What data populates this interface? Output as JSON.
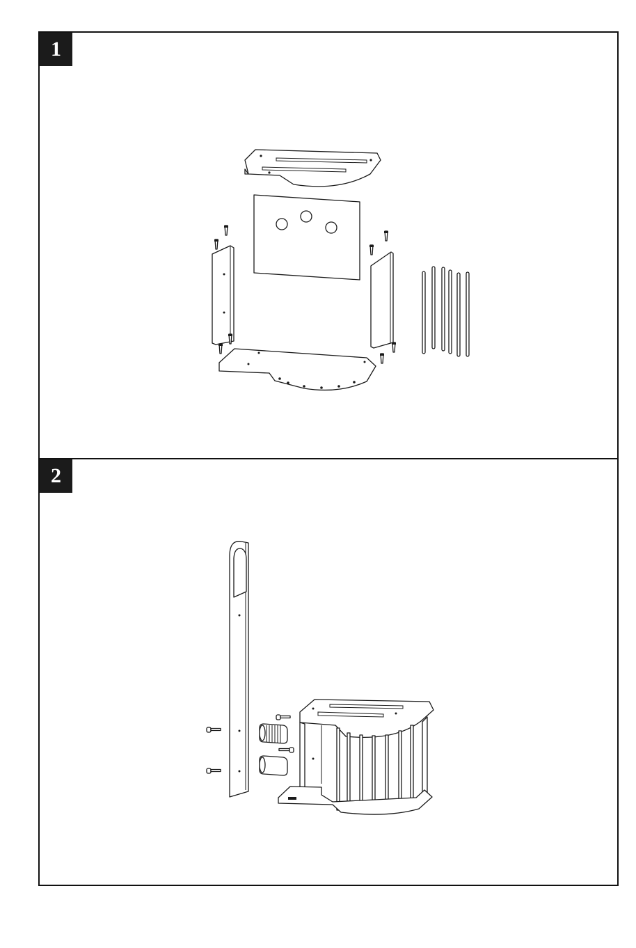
{
  "steps": [
    {
      "number": "1",
      "description_icon": "exploded-assembly-step-1"
    },
    {
      "number": "2",
      "description_icon": "exploded-assembly-step-2"
    }
  ],
  "colors": {
    "line": "#1a1a1a",
    "badge": "#1b1b1b",
    "background": "#ffffff"
  }
}
